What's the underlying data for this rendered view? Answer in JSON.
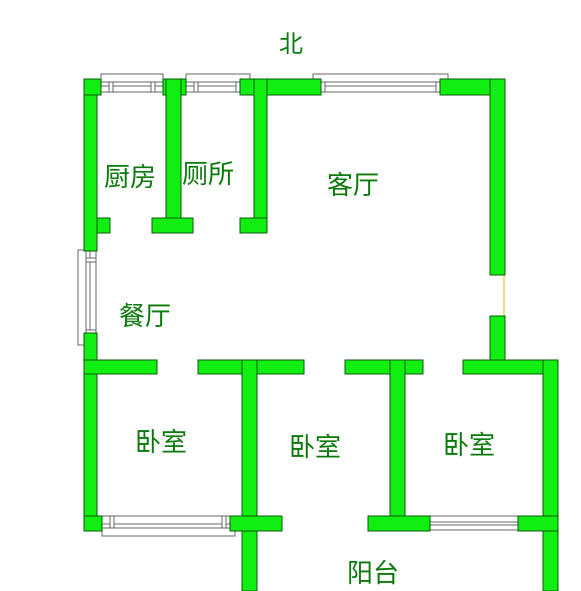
{
  "north": "北",
  "rooms": {
    "kitchen": "厨房",
    "toilet": "厕所",
    "living": "客厅",
    "dining": "餐厅",
    "bedroom_left": "卧室",
    "bedroom_mid": "卧室",
    "bedroom_right": "卧室",
    "balcony": "阳台"
  },
  "colors": {
    "wall": "#11ee11",
    "text": "#0a7a0a",
    "window": "#666666"
  }
}
